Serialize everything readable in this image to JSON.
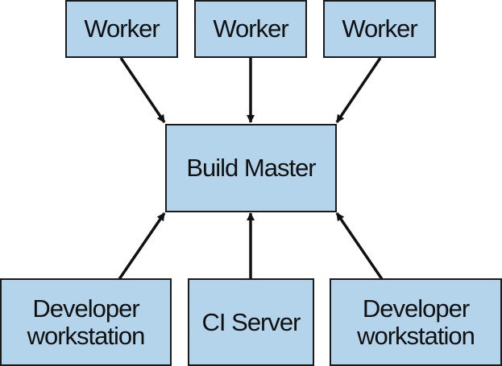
{
  "workers": [
    {
      "label": "Worker"
    },
    {
      "label": "Worker"
    },
    {
      "label": "Worker"
    }
  ],
  "master": {
    "label": "Build Master"
  },
  "clients": [
    {
      "line1": "Developer",
      "line2": "workstation"
    },
    {
      "line1": "CI Server",
      "line2": ""
    },
    {
      "line1": "Developer",
      "line2": "workstation"
    }
  ],
  "colors": {
    "box_fill": "#b3d4ea",
    "box_border": "#1a1a1a",
    "arrow": "#111111"
  }
}
